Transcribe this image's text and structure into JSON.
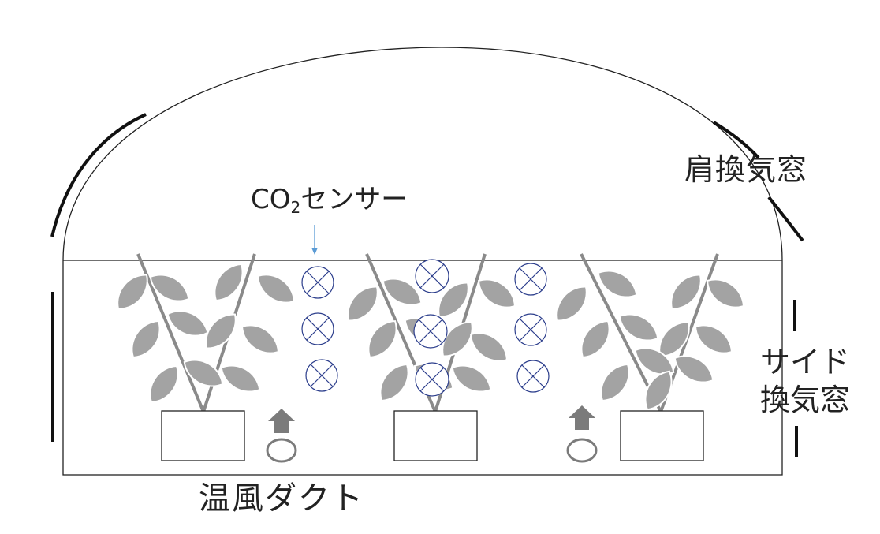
{
  "labels": {
    "shoulder_window": "肩換気窓",
    "side_window_line1": "サイド",
    "side_window_line2": "換気窓",
    "hot_air_duct": "温風ダクト",
    "co2_prefix": "CO",
    "co2_subscript": "2",
    "co2_suffix": "センサー"
  },
  "colors": {
    "leaf": "#a3a3a3",
    "stem": "#8a8a8a",
    "arrow": "#7b7b7b",
    "sensor_stroke": "#2c3e8c",
    "pointer_arrow": "#5b9bd5",
    "outline": "#222222"
  },
  "icons": {
    "sensor": "circle-x-icon",
    "heater_arrow": "up-arrow-icon"
  }
}
